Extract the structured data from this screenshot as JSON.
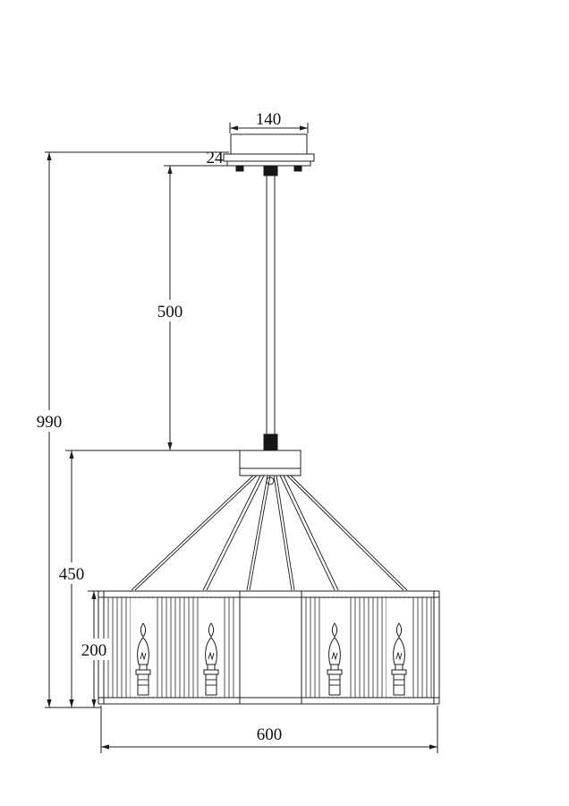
{
  "drawing": {
    "line_color": "#1c1c1c",
    "labels": {
      "canopy_width": "140",
      "canopy_height": "24",
      "rod_length": "500",
      "overall_height": "990",
      "body_height": "450",
      "shade_height": "200",
      "shade_width": "600"
    }
  }
}
